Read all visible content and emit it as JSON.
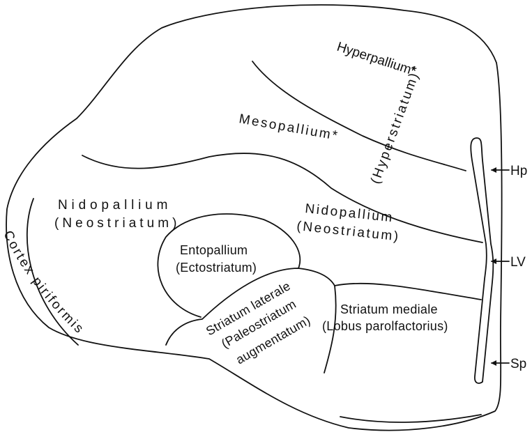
{
  "labels": {
    "hyperpallium": "Hyperpallium*",
    "hyperstriatum": "(Hyperstriatum)*",
    "mesopallium": "Mesopallium*",
    "nidopallium_left": "Nidopallium",
    "neostriatum_left": "(Neostriatum)",
    "nidopallium_right": "Nidopallium",
    "neostriatum_right": "(Neostriatum)",
    "entopallium": "Entopallium",
    "ectostriatum": "(Ectostriatum)",
    "striatum_laterale": "Striatum laterale",
    "paleostriatum": "(Paleostriatum",
    "augmentatum": "augmentatum)",
    "striatum_mediale": "Striatum mediale",
    "lobus_parolfactorius": "(Lobus parolfactorius)",
    "cortex_piriformis": "Cortex piriformis"
  },
  "markers": {
    "hp": "Hp",
    "lv": "LV",
    "sp": "Sp"
  }
}
